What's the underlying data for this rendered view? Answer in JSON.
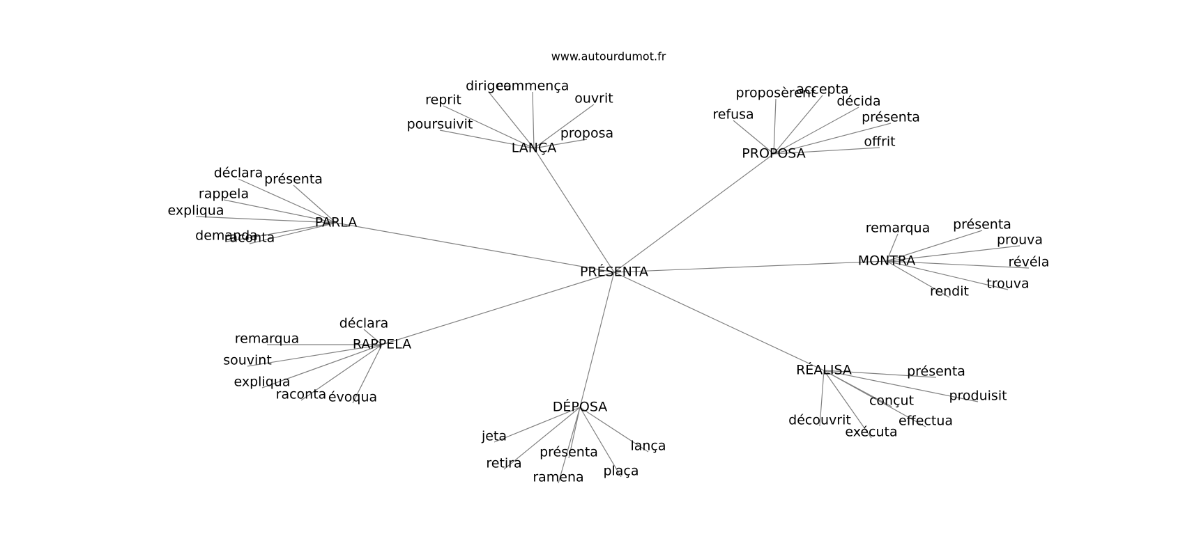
{
  "site": "www.autourdumot.fr",
  "center": "PRÉSENTA",
  "clusters": [
    {
      "hub": "LANÇA",
      "words": [
        "dirigea",
        "commença",
        "reprit",
        "ouvrit",
        "poursuivit",
        "proposa"
      ]
    },
    {
      "hub": "PROPOSA",
      "words": [
        "proposèrent",
        "accepta",
        "décida",
        "refusa",
        "présenta",
        "offrit"
      ]
    },
    {
      "hub": "PARLA",
      "words": [
        "déclara",
        "présenta",
        "rappela",
        "expliqua",
        "demanda",
        "raconta"
      ]
    },
    {
      "hub": "MONTRA",
      "words": [
        "remarqua",
        "présenta",
        "prouva",
        "révéla",
        "trouva",
        "rendit"
      ]
    },
    {
      "hub": "RAPPELA",
      "words": [
        "déclara",
        "remarqua",
        "souvint",
        "expliqua",
        "raconta",
        "évoqua"
      ]
    },
    {
      "hub": "RÉALISA",
      "words": [
        "présenta",
        "produisit",
        "conçut",
        "effectua",
        "découvrit",
        "exécuta"
      ]
    },
    {
      "hub": "DÉPOSA",
      "words": [
        "jeta",
        "lança",
        "présenta",
        "retira",
        "plaça",
        "ramena"
      ]
    }
  ]
}
